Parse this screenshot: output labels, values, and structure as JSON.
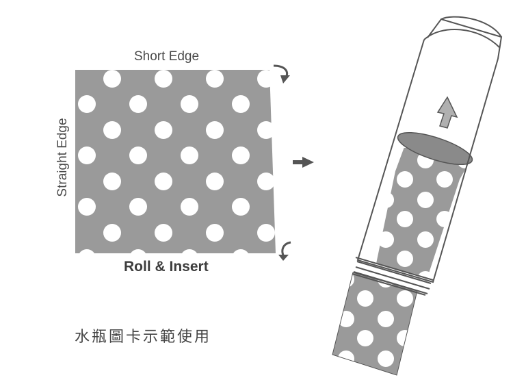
{
  "labels": {
    "short_edge": "Short Edge",
    "straight_edge": "Straight Edge",
    "roll_insert": "Roll & Insert",
    "caption": "水瓶圖卡示範使用"
  },
  "colors": {
    "card_fill": "#9a9a9a",
    "dot": "#ffffff",
    "outline": "#555555",
    "arrow": "#555555"
  },
  "icons": [
    "curl-arrow-icon",
    "right-arrow-icon",
    "up-arrow-icon"
  ]
}
